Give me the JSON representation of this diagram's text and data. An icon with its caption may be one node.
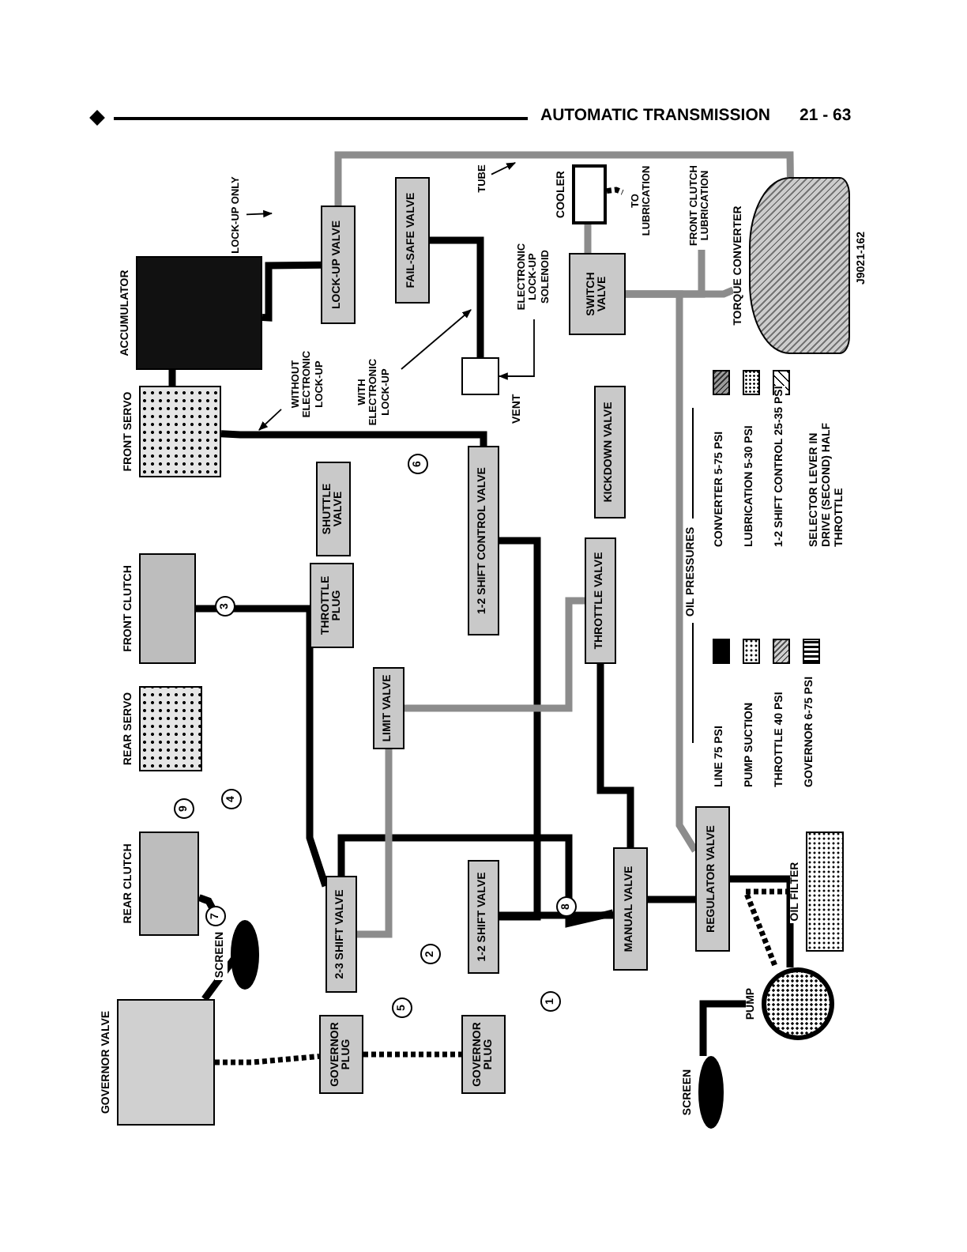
{
  "diagram": {
    "title": "AUTOMATIC TRANSMISSION",
    "nodes": [
      {
        "text": [
          "GOVERNOR VALVE"
        ]
      },
      {
        "text": [
          "SCREEN"
        ]
      },
      {
        "text": [
          "REAR CLUTCH"
        ]
      },
      {
        "text": [
          "REAR SERVO"
        ]
      },
      {
        "text": [
          "FRONT CLUTCH"
        ]
      },
      {
        "text": [
          "FRONT SERVO"
        ]
      },
      {
        "text": [
          "ACCUMULATOR"
        ]
      },
      {
        "text": [
          "LOCK-UP VALVE"
        ]
      },
      {
        "text": [
          "FAIL-SAFE VALVE"
        ]
      },
      {
        "text": [
          "LOCK-UP ONLY"
        ]
      },
      {
        "text": [
          "TUBE"
        ]
      },
      {
        "text": [
          "ELECTRONIC LOCK-UP SOLENOID"
        ]
      },
      {
        "text": [],
        "shape": "box"
      },
      {
        "text": [
          "WITHOUT ELECTRONIC LOCK-UP"
        ]
      },
      {
        "text": [
          "WITH ELECTRONIC LOCK-UP"
        ]
      },
      {
        "text": [
          "SHUTTLE VALVE"
        ]
      },
      {
        "text": [
          "THROTTLE PLUG"
        ]
      },
      {
        "text": [
          "1-2 SHIFT CONTROL VALVE"
        ]
      },
      {
        "text": [
          "LIMIT VALVE"
        ]
      },
      {
        "text": [
          "2-3 SHIFT VALVE"
        ]
      },
      {
        "text": [
          "GOVERNOR PLUG"
        ]
      },
      {
        "text": [
          "1-2 SHIFT VALVE"
        ]
      },
      {
        "text": [
          "GOVERNOR PLUG"
        ]
      },
      {
        "text": [
          "MANUAL VALVE"
        ]
      },
      {
        "text": [
          "REGULATOR VALVE"
        ]
      },
      {
        "text": [
          "PUMP"
        ]
      },
      {
        "text": [
          "SCREEN"
        ]
      },
      {
        "text": [
          "OIL FILTER"
        ]
      },
      {
        "text": [
          "KICKDOWN VALVE"
        ]
      },
      {
        "text": [
          "THROTTLE VALVE"
        ]
      },
      {
        "text": [
          "COOLER"
        ]
      },
      {
        "text": [
          "TO LUBRICATION"
        ]
      },
      {
        "text": [
          "FRONT CLUTCH LUBRICATION"
        ]
      },
      {
        "text": [
          "SWITCH VALVE"
        ]
      },
      {
        "text": [
          "TORQUE CONVERTER"
        ]
      }
    ],
    "edges": [
      {
        "from": 9,
        "to": null,
        "arrow": "to"
      },
      {
        "from": 10,
        "to": null,
        "arrow": "to"
      },
      {
        "from": 11,
        "to": 12,
        "arrow": "to"
      },
      {
        "from": 13,
        "to": null,
        "arrow": "to"
      },
      {
        "from": 14,
        "to": null,
        "arrow": "to"
      },
      {
        "from": 26,
        "to": 25,
        "arrow": "none"
      },
      {
        "from": 27,
        "to": 25,
        "arrow": "none",
        "style": "dashed"
      },
      {
        "from": 25,
        "to": 24,
        "arrow": "none"
      },
      {
        "from": 24,
        "to": 23,
        "arrow": "none"
      },
      {
        "from": 24,
        "to": 33,
        "arrow": "none",
        "color": "#8c8c8c"
      },
      {
        "from": 33,
        "to": 34,
        "arrow": "none",
        "color": "#8c8c8c"
      },
      {
        "from": 33,
        "to": 30,
        "arrow": "none",
        "color": "#8c8c8c"
      },
      {
        "from": 30,
        "to": 31,
        "arrow": "none",
        "style": "dashed"
      },
      {
        "from": 33,
        "to": 32,
        "arrow": "none",
        "color": "#8c8c8c"
      },
      {
        "from": 23,
        "to": 21,
        "arrow": "none"
      },
      {
        "from": 23,
        "to": 19,
        "arrow": "none"
      },
      {
        "from": 23,
        "to": 29,
        "arrow": "none"
      },
      {
        "from": 21,
        "to": 17,
        "arrow": "none"
      },
      {
        "from": 17,
        "to": 5,
        "arrow": "none"
      },
      {
        "from": 6,
        "to": 5,
        "arrow": "none"
      },
      {
        "from": 7,
        "to": 34,
        "arrow": "none",
        "color": "#8c8c8c"
      },
      {
        "from": 8,
        "to": 12,
        "arrow": "none"
      },
      {
        "from": 29,
        "to": 18,
        "arrow": "none",
        "color": "#8c8c8c"
      },
      {
        "from": 18,
        "to": 19,
        "arrow": "none",
        "color": "#8c8c8c"
      },
      {
        "from": 1,
        "to": 0,
        "arrow": "none"
      },
      {
        "from": 2,
        "to": 1,
        "arrow": "none"
      },
      {
        "from": 0,
        "to": 20,
        "arrow": "none",
        "style": "dashed"
      },
      {
        "from": 20,
        "to": 22,
        "arrow": "none",
        "style": "dashed"
      },
      {
        "from": 19,
        "to": 4,
        "arrow": "none"
      },
      {
        "from": 6,
        "to": 7,
        "arrow": "none"
      }
    ],
    "labels": [
      "21 - 63",
      "1",
      "2",
      "3",
      "4",
      "5",
      "6",
      "7",
      "8",
      "9",
      "VENT",
      "OIL PRESSURES",
      "J9021-162"
    ],
    "legend": [
      {
        "text": "LINE 75 PSI",
        "color": "#000000"
      },
      {
        "text": "PUMP SUCTION"
      },
      {
        "text": "THROTTLE 40 PSI"
      },
      {
        "text": "GOVERNOR 6-75 PSI"
      },
      {
        "text": "CONVERTER 5-75 PSI"
      },
      {
        "text": "LUBRICATION 5-30 PSI"
      },
      {
        "text": "1-2 SHIFT CONTROL 25-35 PSI"
      }
    ],
    "caption": "SELECTOR LEVER IN DRIVE (SECOND) HALF THROTTLE"
  }
}
